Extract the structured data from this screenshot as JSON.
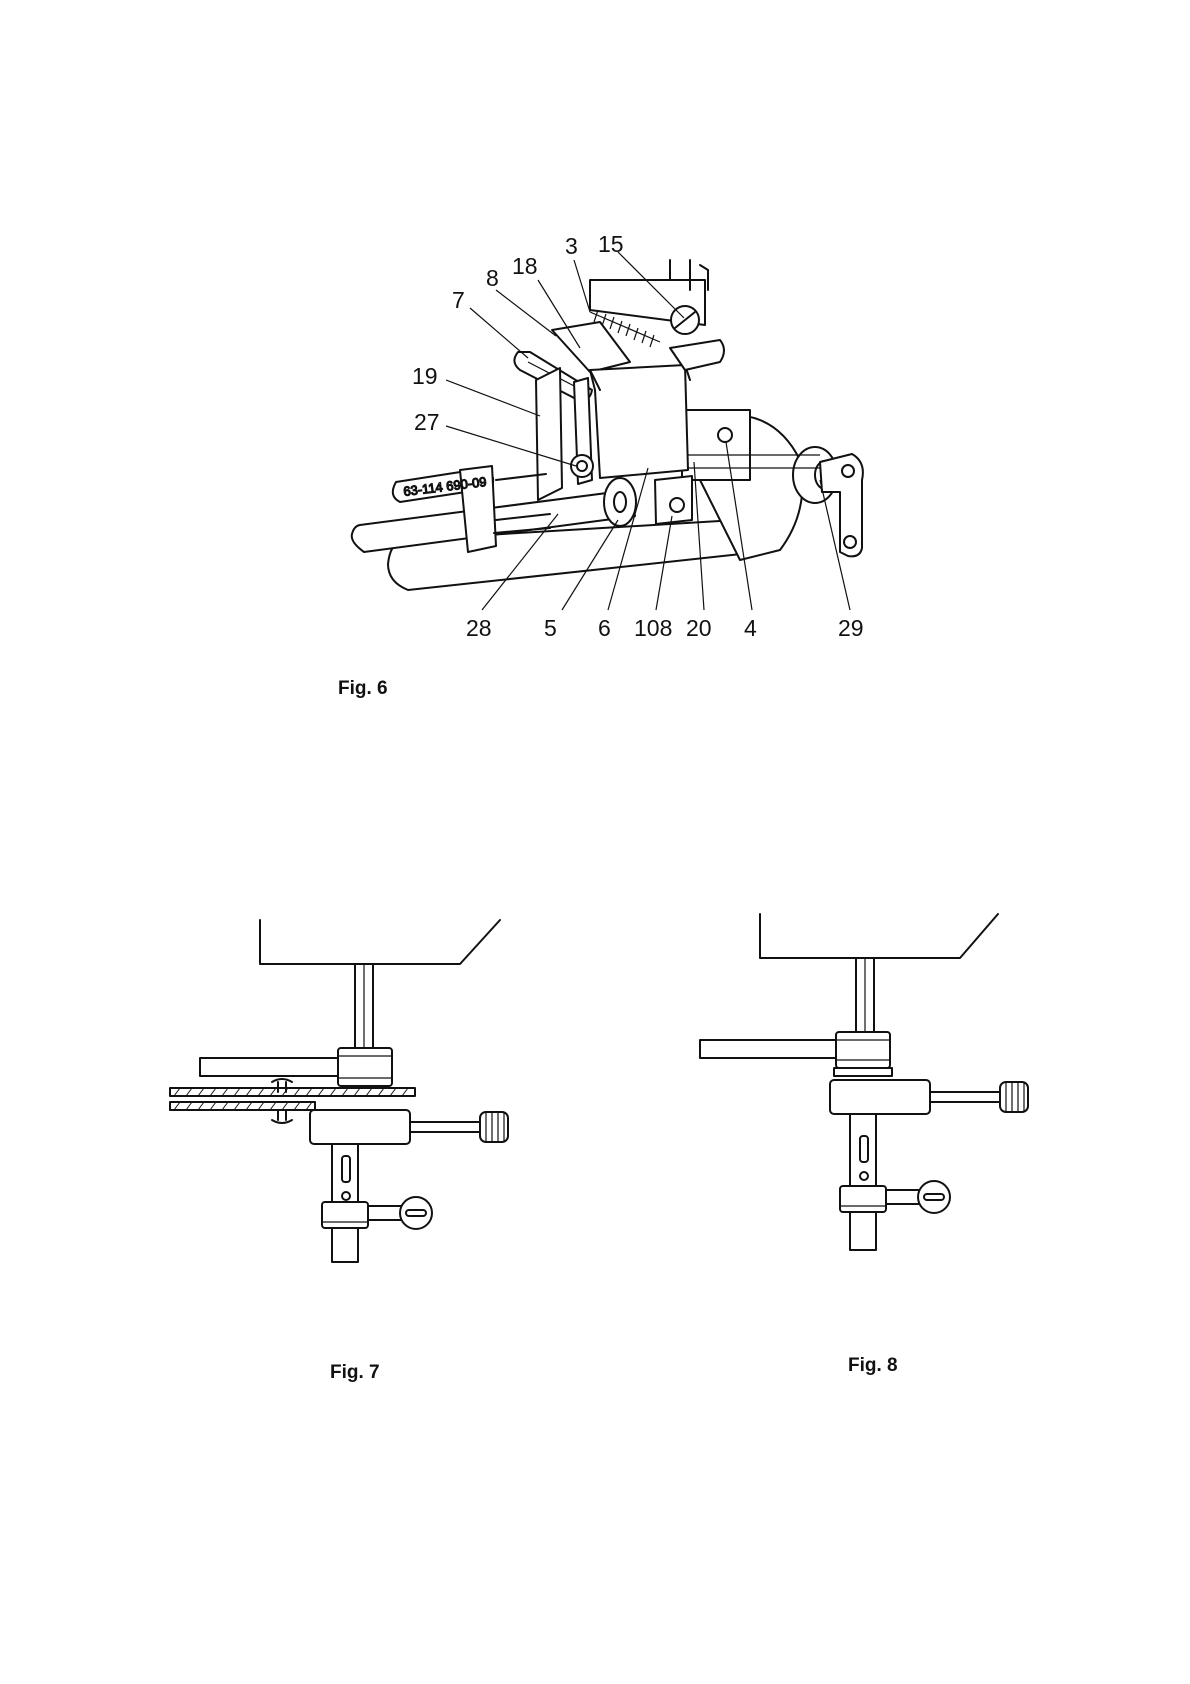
{
  "figures": {
    "fig6": {
      "caption": "Fig. 6",
      "gauge_label": "63-114 690-09",
      "callouts_top": [
        "3",
        "15",
        "18",
        "8",
        "7",
        "19",
        "27"
      ],
      "callouts_bottom": [
        "28",
        "5",
        "6",
        "108",
        "20",
        "4",
        "29"
      ]
    },
    "fig7": {
      "caption": "Fig. 7"
    },
    "fig8": {
      "caption": "Fig. 8"
    }
  },
  "icons": [
    "presser-foot-drawing",
    "knurled-screw-icon",
    "slotted-screw-icon",
    "gauge-tool-icon"
  ]
}
